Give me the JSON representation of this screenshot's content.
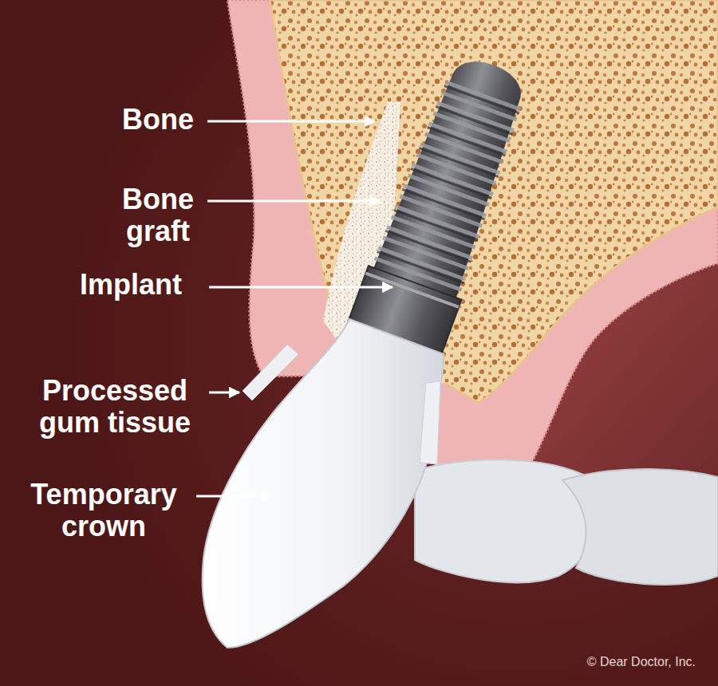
{
  "diagram": {
    "labels": [
      "Bone",
      "Bone graft",
      "Implant",
      "Processed gum tissue",
      "Temporary crown",
      "© Dear Doctor, Inc."
    ]
  }
}
